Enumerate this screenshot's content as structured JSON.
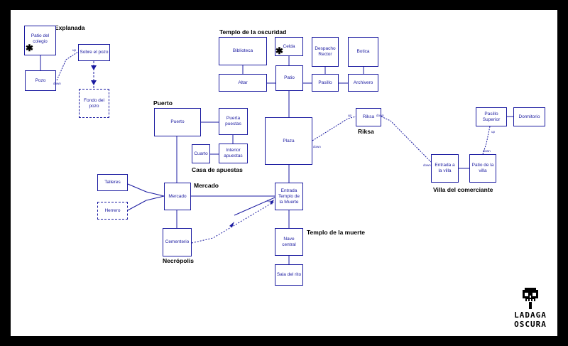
{
  "regions": {
    "explanada": "Explanada",
    "templo_oscuridad": "Templo de la oscuridad",
    "puerto": "Puerto",
    "casa_apuestas": "Casa de apuestas",
    "mercado": "Mercado",
    "necropolis": "Necrópolis",
    "templo_muerte": "Templo de la muerte",
    "riksa": "Riksa",
    "villa": "Villa del comerciante"
  },
  "rooms": {
    "patio_colegio": "Patio del colegio",
    "pozo": "Pozo",
    "sobre_pozo": "Sobre el pozo",
    "fondo_pozo": "Fondo del pozo",
    "biblioteca": "Biblioteca",
    "celda": "Celda",
    "despacho_rector": "Despacho Rector",
    "botica": "Botica",
    "altar": "Altar",
    "patio": "Patio",
    "pasillo": "Pasillo",
    "archivero": "Archivero",
    "puerto": "Puerto",
    "puerta_puestas": "Puerta puestas",
    "cuarto": "Cuarto",
    "interior_apuestas": "Interior apuestas",
    "plaza": "Plaza",
    "riksa": "Riksa",
    "pasillo_superior": "Pasillo Superior",
    "dormitorio": "Dormitorio",
    "entrada_villa": "Entrada a la villa",
    "patio_villa": "Patio de la villa",
    "talleres": "Talleres",
    "herrero": "Herrero",
    "mercado": "Mercado",
    "entrada_templo": "Entrada Templo de la Muerte",
    "cementerio": "Cementerio",
    "nave_central": "Nave central",
    "sala_rito": "Sala del rito"
  },
  "link_labels": {
    "pozo_up": "up",
    "pozo_down": "down",
    "plaza_up": "up",
    "plaza_down": "down",
    "riksa_down": "down",
    "villa_up": "up",
    "villa_down": "down",
    "sup_up": "up",
    "sup_down": "down"
  },
  "logo": {
    "line1": "LADAGA",
    "line2": "OSCURA"
  },
  "colors": {
    "line": "#1a1aa0",
    "background": "#000000",
    "paper": "#ffffff"
  }
}
